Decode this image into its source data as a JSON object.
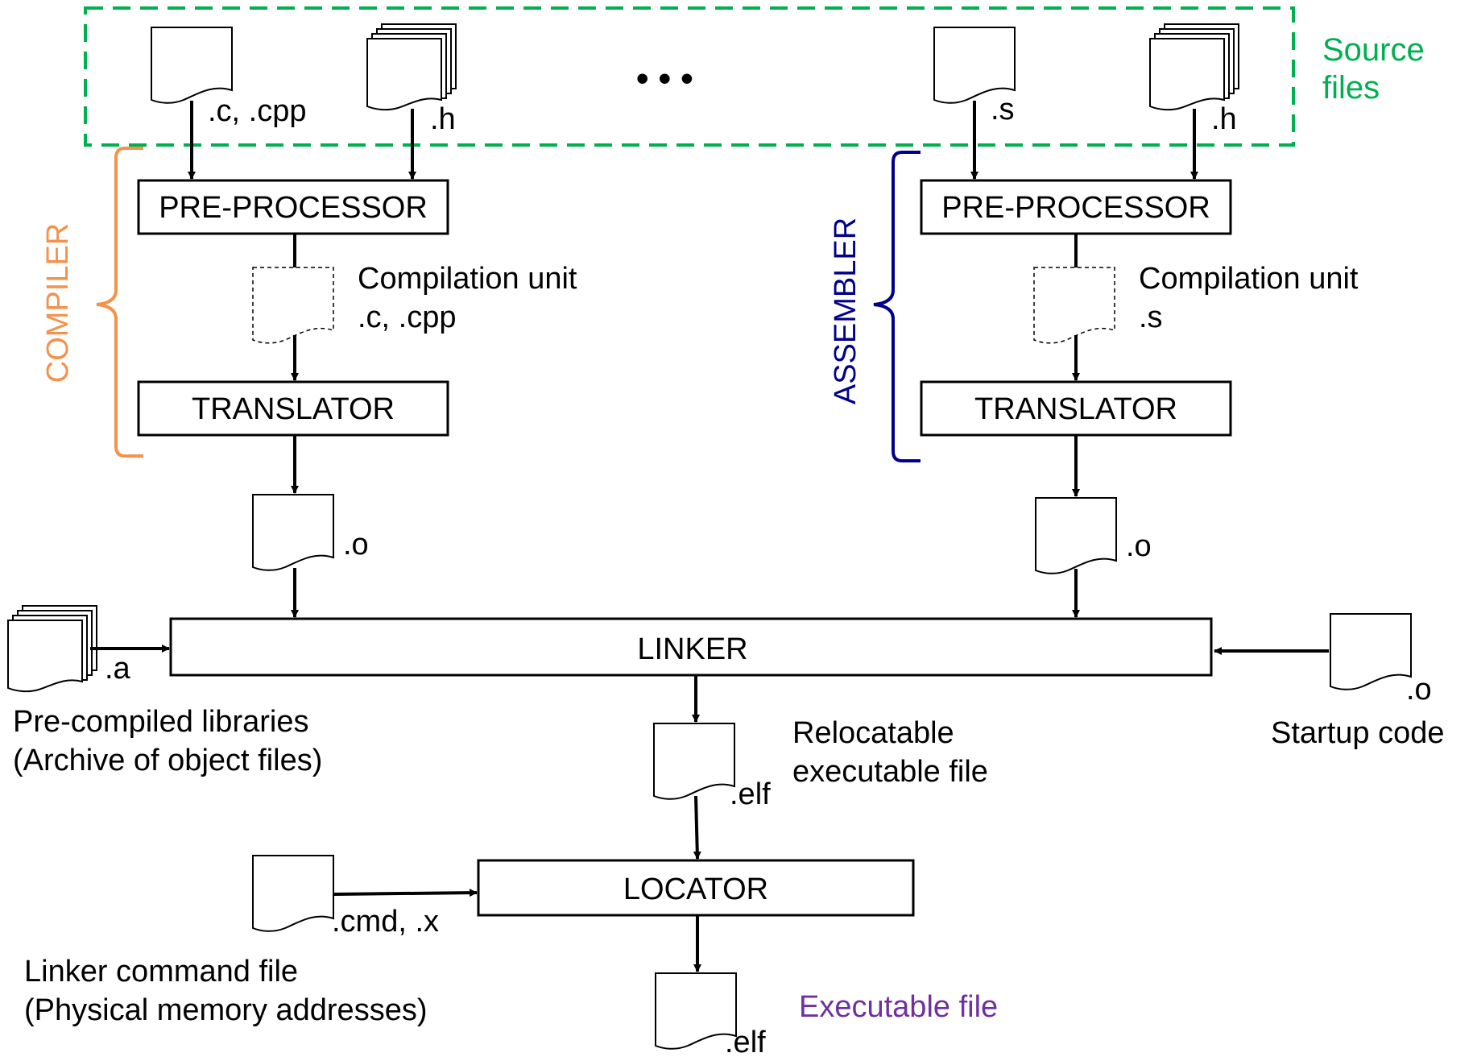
{
  "source_group": {
    "label_line1": "Source",
    "label_line2": "files",
    "color": "#00b050"
  },
  "ellipsis": "• • •",
  "source_files": {
    "c_file_ext": ".c, .cpp",
    "h_file_ext_left": ".h",
    "s_file_ext": ".s",
    "h_file_ext_right": ".h"
  },
  "compiler": {
    "bracket_label": "COMPILER",
    "color": "#f4914b",
    "preprocessor": "PRE-PROCESSOR",
    "compilation_unit_line1": "Compilation unit",
    "compilation_unit_line2": ".c, .cpp",
    "translator": "TRANSLATOR",
    "object_ext": ".o"
  },
  "assembler": {
    "bracket_label": "ASSEMBLER",
    "color": "#00008b",
    "preprocessor": "PRE-PROCESSOR",
    "compilation_unit_line1": "Compilation unit",
    "compilation_unit_line2": ".s",
    "translator": "TRANSLATOR",
    "object_ext": ".o"
  },
  "linker": {
    "label": "LINKER",
    "library_ext": ".a",
    "library_caption_line1": "Pre-compiled libraries",
    "library_caption_line2": "(Archive of object files)",
    "startup_ext": ".o",
    "startup_caption": "Startup code",
    "output_ext": ".elf",
    "output_caption_line1": "Relocatable",
    "output_caption_line2": "executable file"
  },
  "locator": {
    "label": "LOCATOR",
    "cmd_ext": ".cmd, .x",
    "cmd_caption_line1": "Linker command file",
    "cmd_caption_line2": "(Physical memory addresses)",
    "output_ext": ".elf",
    "output_caption": "Executable file",
    "output_color": "#7030a0"
  }
}
